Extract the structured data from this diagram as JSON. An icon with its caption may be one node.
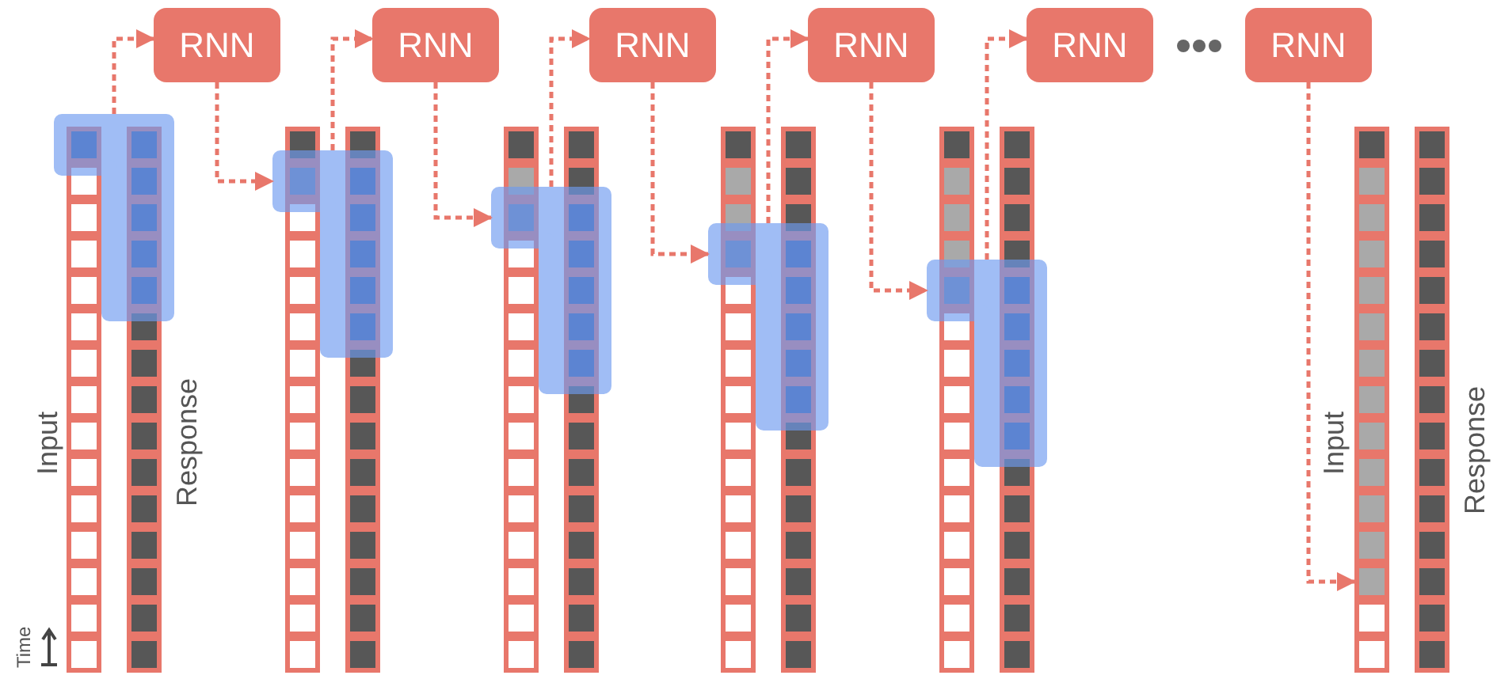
{
  "diagram": {
    "nodes": [
      {
        "text": [
          "RNN"
        ]
      },
      {
        "text": [
          "RNN"
        ]
      },
      {
        "text": [
          "RNN"
        ]
      },
      {
        "text": [
          "RNN"
        ]
      },
      {
        "text": [
          "RNN"
        ]
      },
      {
        "text": [
          "RNN"
        ]
      },
      {
        "text": [],
        "shape": "box"
      },
      {
        "text": [],
        "shape": "box"
      },
      {
        "text": [],
        "shape": "box"
      },
      {
        "text": [],
        "shape": "box"
      },
      {
        "text": [],
        "shape": "box"
      },
      {
        "text": [],
        "shape": "box"
      }
    ],
    "edges": [
      {
        "from": 6,
        "to": 0,
        "arrow": "to",
        "style": "dashed"
      },
      {
        "from": 0,
        "to": 7,
        "arrow": "to",
        "style": "dashed"
      },
      {
        "from": 7,
        "to": 1,
        "arrow": "to",
        "style": "dashed"
      },
      {
        "from": 1,
        "to": 8,
        "arrow": "to",
        "style": "dashed"
      },
      {
        "from": 8,
        "to": 2,
        "arrow": "to",
        "style": "dashed"
      },
      {
        "from": 2,
        "to": 9,
        "arrow": "to",
        "style": "dashed"
      },
      {
        "from": 9,
        "to": 3,
        "arrow": "to",
        "style": "dashed"
      },
      {
        "from": 3,
        "to": 10,
        "arrow": "to",
        "style": "dashed"
      },
      {
        "from": 10,
        "to": 4,
        "arrow": "to",
        "style": "dashed"
      },
      {
        "from": 5,
        "to": 11,
        "arrow": "to",
        "style": "dashed"
      }
    ],
    "labels": [
      "Input",
      "Response",
      "Time",
      "Input",
      "Response"
    ]
  }
}
